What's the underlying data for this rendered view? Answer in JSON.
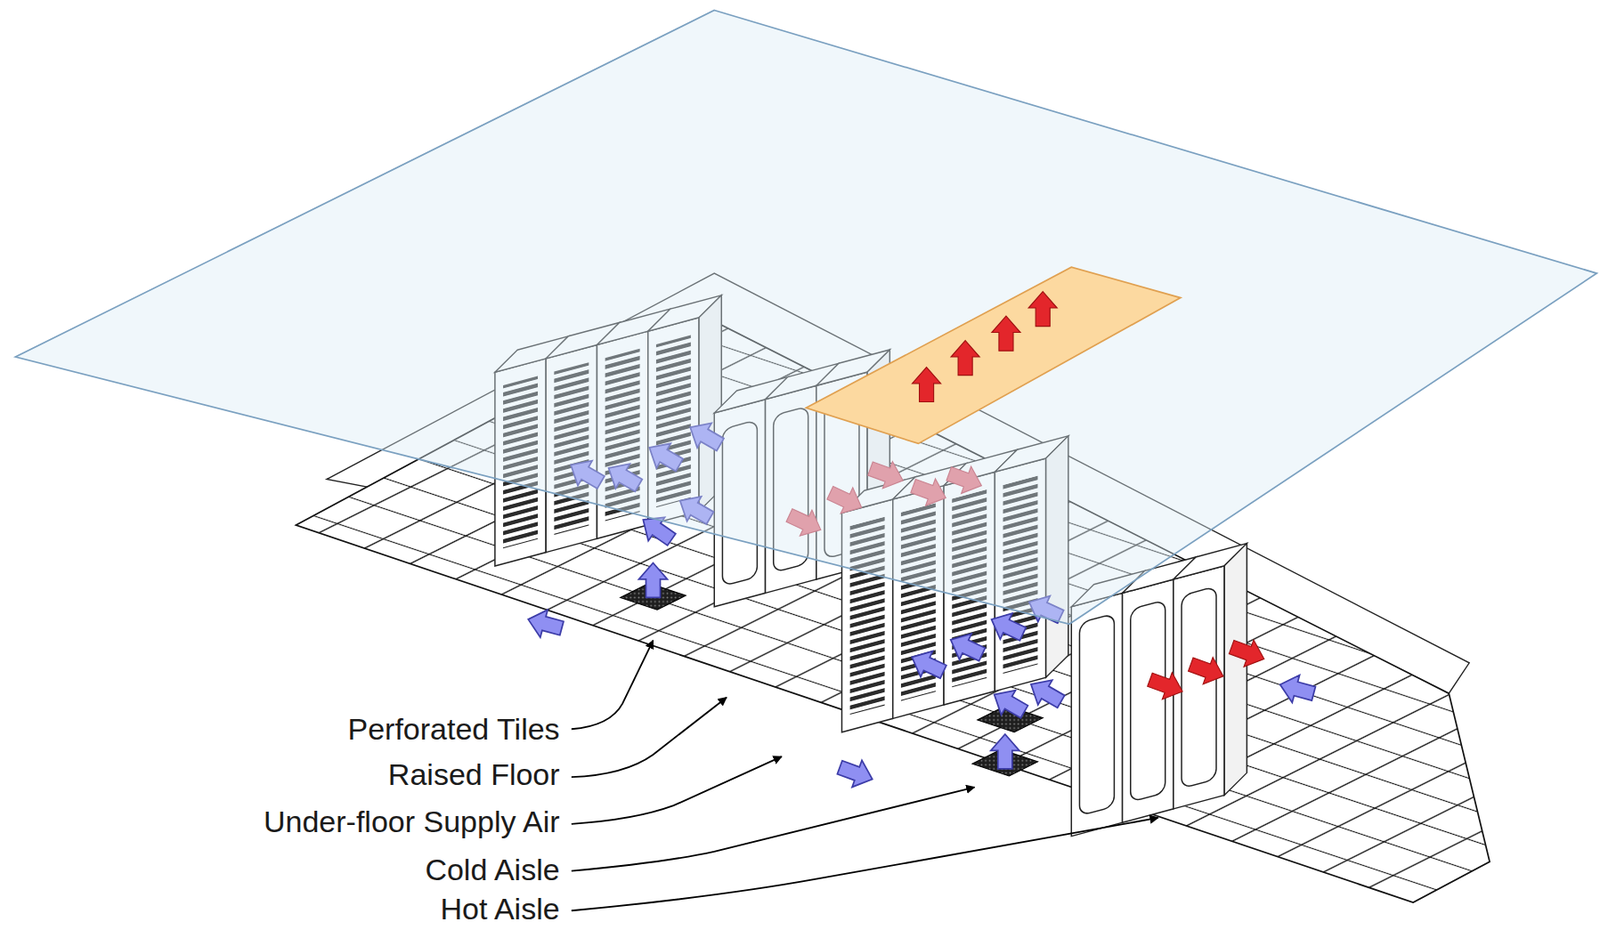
{
  "diagram": {
    "labels": [
      "Perforated Tiles",
      "Raised Floor",
      "Under-floor Supply Air",
      "Cold Aisle",
      "Hot Aisle"
    ]
  }
}
